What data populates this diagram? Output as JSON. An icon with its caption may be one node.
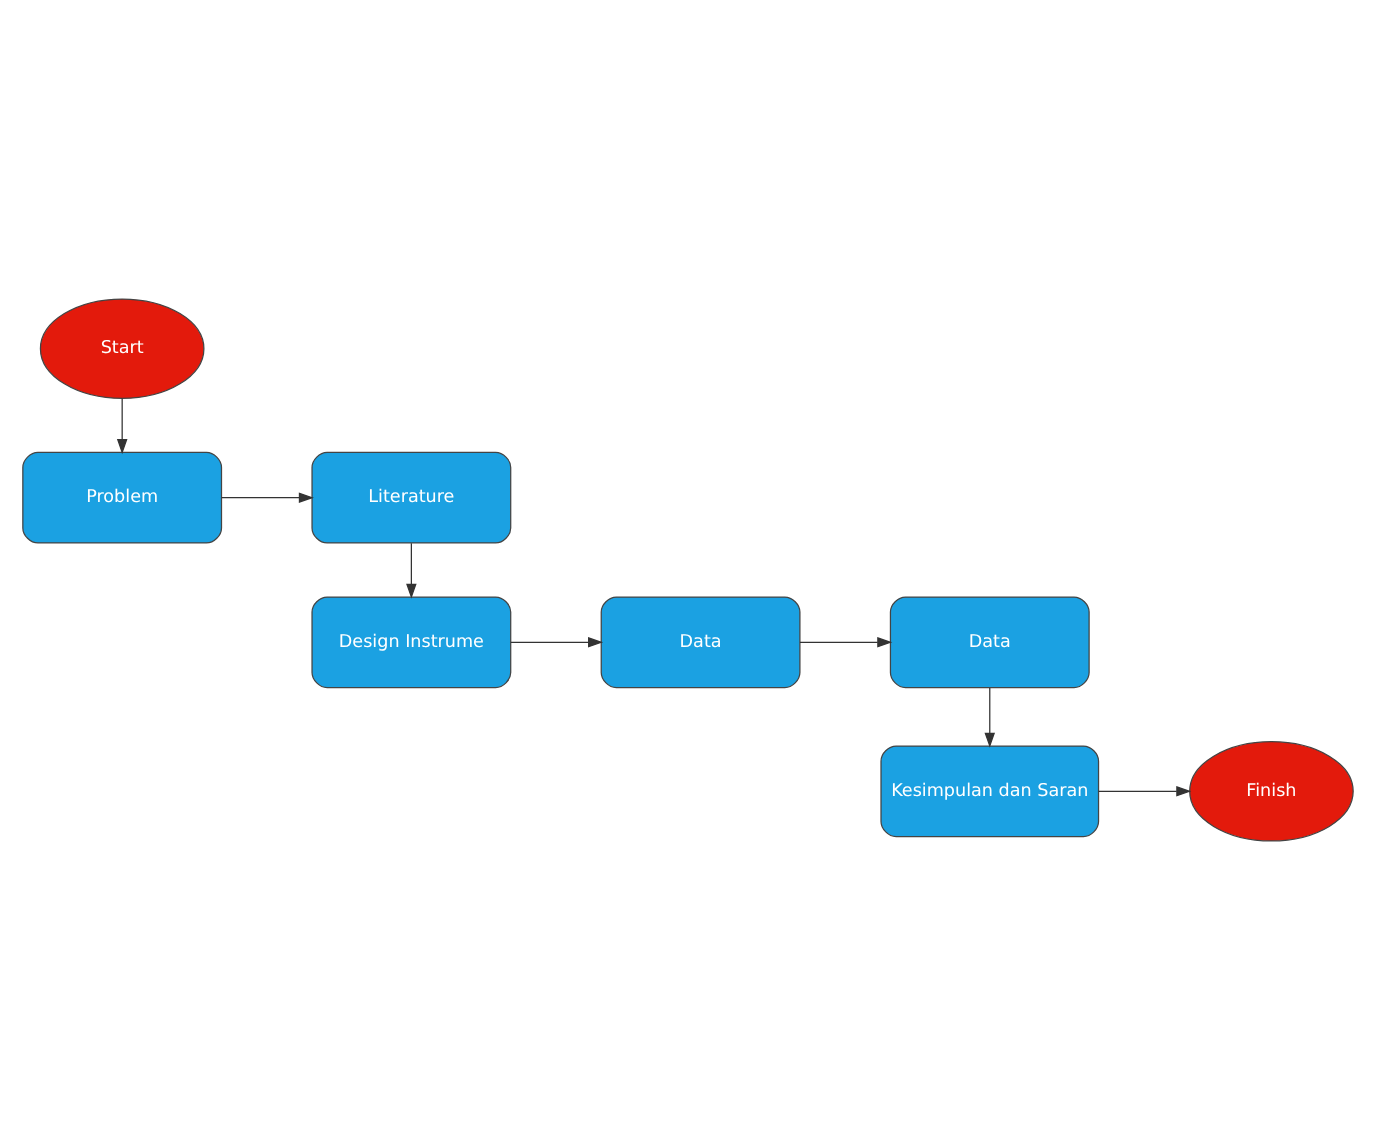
{
  "diagram": {
    "nodes": [
      {
        "text": [
          "Start"
        ]
      },
      {
        "text": [
          "Problem"
        ]
      },
      {
        "text": [
          "Literature"
        ]
      },
      {
        "text": [
          "Data"
        ]
      },
      {
        "text": [
          "Data"
        ]
      },
      {
        "text": [
          "Design Instrume"
        ]
      },
      {
        "text": [
          "Kesimpulan dan Saran"
        ]
      },
      {
        "text": [
          "Finish"
        ]
      }
    ],
    "edges": [
      {
        "from": 0,
        "to": 1,
        "arrow": "to"
      },
      {
        "from": 1,
        "to": 2,
        "arrow": "to"
      },
      {
        "from": 2,
        "to": 5,
        "arrow": "to"
      },
      {
        "from": 5,
        "to": 4,
        "arrow": "to"
      },
      {
        "from": 4,
        "to": 3,
        "arrow": "to"
      },
      {
        "from": 3,
        "to": 6,
        "arrow": "to"
      },
      {
        "from": 6,
        "to": 7,
        "arrow": "to"
      }
    ]
  }
}
